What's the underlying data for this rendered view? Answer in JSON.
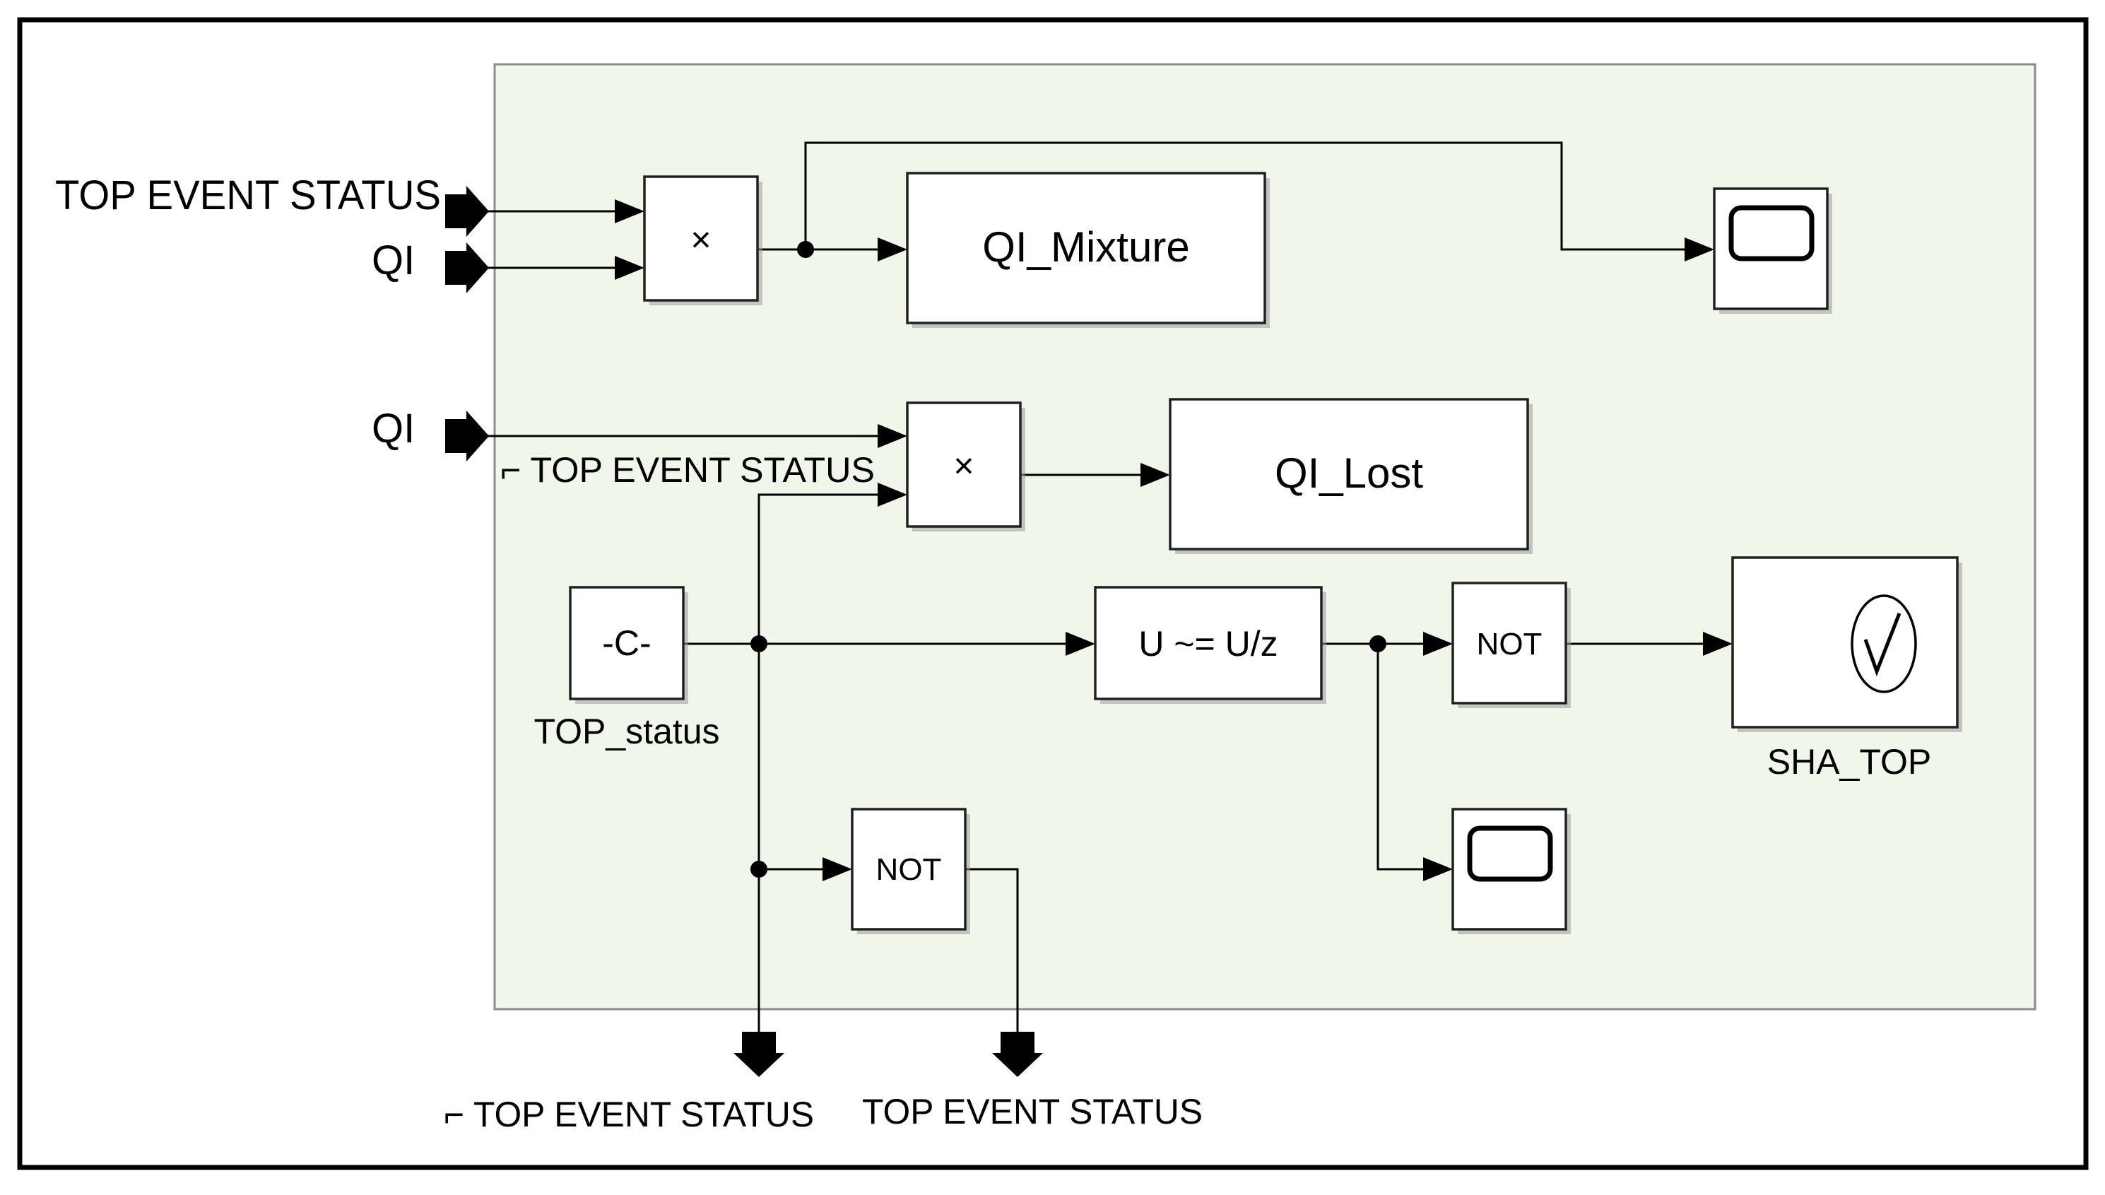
{
  "inputs": {
    "in1_label": "TOP EVENT STATUS",
    "in2_label": "QI",
    "in3_label": "QI",
    "in4_label": "⌐ TOP EVENT STATUS"
  },
  "outputs": {
    "out1_label": "⌐ TOP EVENT STATUS",
    "out2_label": "TOP EVENT STATUS"
  },
  "blocks": {
    "product_top_symbol": "×",
    "product_bottom_symbol": "×",
    "qi_mixture_label": "QI_Mixture",
    "qi_lost_label": "QI_Lost",
    "constant_label": "-C-",
    "constant_name": "TOP_status",
    "change_label": "U ~= U/z",
    "not_right_label": "NOT",
    "not_bottom_label": "NOT",
    "assertion_name": "SHA_TOP"
  },
  "icons": {
    "scope_top": "scope-icon",
    "scope_bottom": "scope-icon",
    "assertion": "check-icon"
  },
  "colors": {
    "subsystem_fill": "#f1f6ea",
    "line": "#000000"
  }
}
